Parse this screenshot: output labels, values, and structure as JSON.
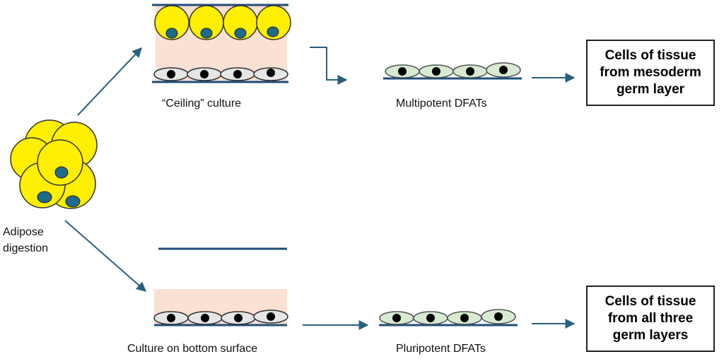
{
  "labels": {
    "adipose_line1": "Adipose",
    "adipose_line2": "digestion",
    "ceiling_culture": "“Ceiling” culture",
    "multipotent": "Multipotent DFATs",
    "bottom_culture": "Culture on bottom surface",
    "pluripotent": "Pluripotent DFATs"
  },
  "outcomes": {
    "mesoderm": [
      "Cells of tissue",
      "from mesoderm",
      "germ layer"
    ],
    "all_three": [
      "Cells of tissue",
      "from all three",
      "germ layers"
    ]
  },
  "colors": {
    "adipocyte": "#ffef00",
    "nucleus_blue": "#1f6b8c",
    "nucleus_black": "#000000",
    "medium": "#fbe0d4",
    "surface": "#1f4e79",
    "dfat_cell": "#d9ead3",
    "plated_cell": "#e6e6e6",
    "arrow": "#2a5f7f"
  }
}
